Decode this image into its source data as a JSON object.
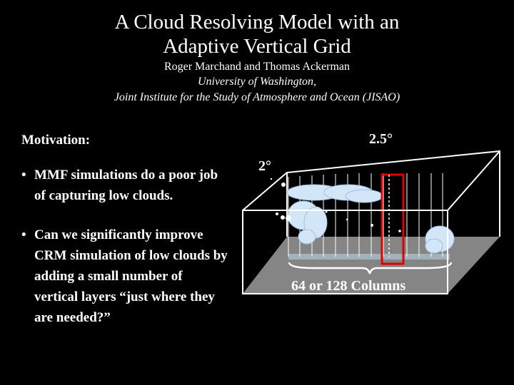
{
  "slide": {
    "title_line1": "A Cloud Resolving Model with an",
    "title_line2": "Adaptive Vertical Grid",
    "authors": "Roger Marchand and Thomas Ackerman",
    "affiliation1": "University of Washington,",
    "affiliation2": "Joint Institute for the Study of Atmosphere and Ocean (JISAO)"
  },
  "motivation": {
    "heading": "Motivation:",
    "bullet_char": "•",
    "bullets": [
      "MMF simulations do a poor job of capturing low clouds.",
      "Can we significantly improve CRM simulation of low clouds by adding a small number of vertical layers “just where they are needed?”"
    ]
  },
  "diagram": {
    "top_label": "2.5°",
    "side_label": "2°",
    "columns_label": "64 or 128 Columns",
    "colors": {
      "box": "#ffffff",
      "floor": "#808080",
      "highlight": "#e00000",
      "cloud": "#cfe4f7"
    }
  }
}
